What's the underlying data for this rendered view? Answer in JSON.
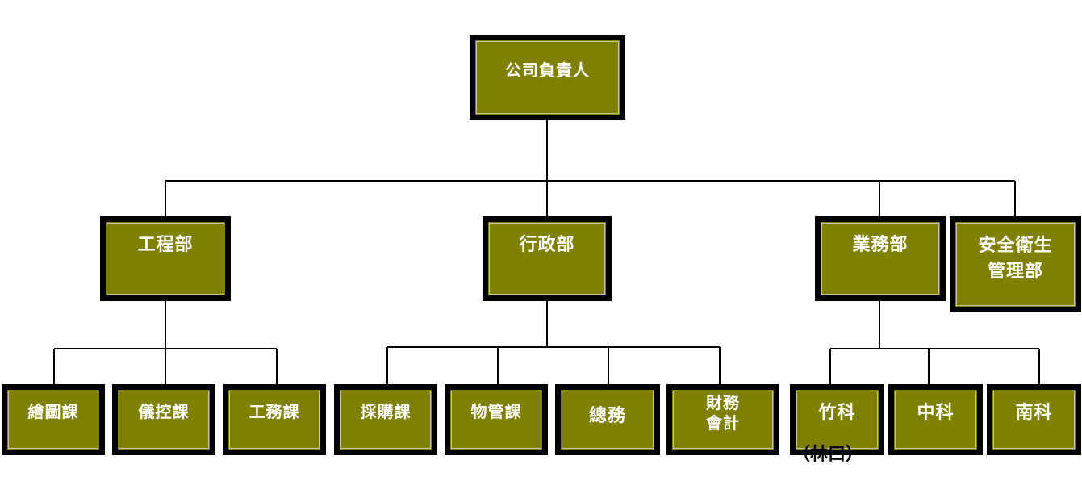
{
  "colors": {
    "box_fill": "#808000",
    "box_border": "#000000",
    "text": "#ffffff",
    "line": "#000000"
  },
  "nodes": {
    "ceo": "公司負責人",
    "engineering": "工程部",
    "admin": "行政部",
    "business": "業務部",
    "safety": "安全衛生\n管理部",
    "drawing": "繪圖課",
    "instrument": "儀控課",
    "works": "工務課",
    "purchasing": "採購課",
    "materials": "物管課",
    "general_affairs": "總務",
    "finance": "財務\n會計",
    "hsinchu": "竹科",
    "hsinchu_sub": "（林口）",
    "taichung": "中科",
    "tainan": "南科"
  }
}
